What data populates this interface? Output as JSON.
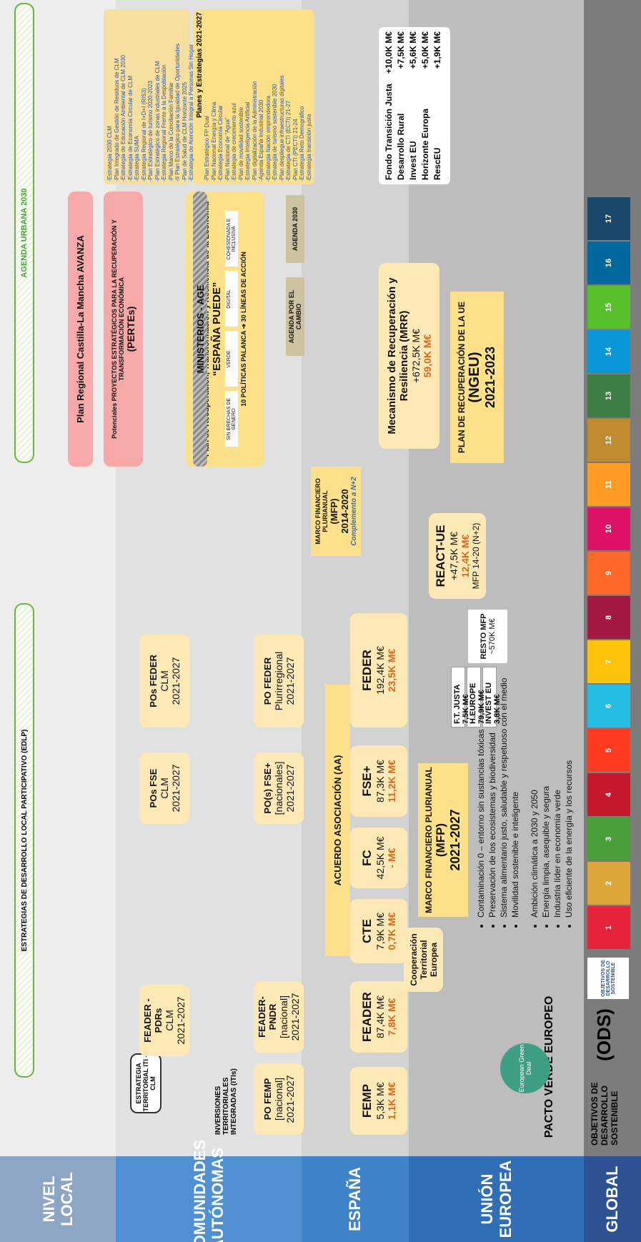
{
  "levels": {
    "global": "GLOBAL",
    "ue": "UNIÓN EUROPEA",
    "es": "ESPAÑA",
    "ccaa": "COMUNIDADES AUTÓNOMAS",
    "local": "NIVEL LOCAL"
  },
  "ods": {
    "title": "OBJETIVOS DE DESARROLLO SOSTENIBLE",
    "acr": "(ODS)",
    "logo": "OBJETIVOS DE DESARROLLO SOSTENIBLE",
    "goals": [
      "1",
      "2",
      "3",
      "4",
      "5",
      "6",
      "7",
      "8",
      "9",
      "10",
      "11",
      "12",
      "13",
      "14",
      "15",
      "16",
      "17"
    ],
    "colors": [
      "#e5243b",
      "#dda63a",
      "#4c9f38",
      "#c5192d",
      "#ff3a21",
      "#26bde2",
      "#fcc30b",
      "#a21942",
      "#fd6925",
      "#dd1367",
      "#fd9d24",
      "#bf8b2e",
      "#3f7e44",
      "#0a97d9",
      "#56c02b",
      "#00689d",
      "#19486a"
    ]
  },
  "green_deal": {
    "title": "PACTO VERDE EUROPEO",
    "badge": "European Green Deal",
    "col1": [
      "Ambición climática a 2030 y 2050",
      "Energía limpia, asequible y segura",
      "Industria líder en economía verde",
      "Uso eficiente de la energía y los recursos"
    ],
    "col2": [
      "Contaminación 0 – entorno sin sustancias tóxicas",
      "Preservación de los ecosistemas y biodiversidad",
      "Sistema alimentario justo, saludable y respetuoso con el medio",
      "Movilidad sostenible e inteligente"
    ]
  },
  "mfp": {
    "line1": "MARCO FINANCIERO PLURIANUAL",
    "acr": "(MFP)",
    "years": "2021-2027"
  },
  "ngeu": {
    "line1": "PLAN DE RECUPERACIÓN DE LA UE",
    "acr": "(NGEU)",
    "years": "2021-2023"
  },
  "funds": [
    {
      "name": "FEMP",
      "amount": "5,3K M€",
      "es": "1,1K M€"
    },
    {
      "name": "FEADER",
      "amount": "87,4K M€",
      "es": "7,8K M€"
    },
    {
      "name": "CTE",
      "amount": "7,9K M€",
      "es": "0,7K M€"
    },
    {
      "name": "FC",
      "amount": "42,5K M€",
      "es": "- M€"
    },
    {
      "name": "FSE+",
      "amount": "87,3K M€",
      "es": "11,2K M€"
    },
    {
      "name": "FEDER",
      "amount": "192,4K M€",
      "es": "23,5K M€"
    }
  ],
  "small_funds": [
    {
      "name": "INVEST EU",
      "amount": "3,8K M€"
    },
    {
      "name": "H.EUROPE",
      "amount": "79,9K M€"
    },
    {
      "name": "F.T. JUSTA",
      "amount": "7,5K M€"
    }
  ],
  "resto": {
    "label": "RESTO MFP",
    "amount": "~570K M€"
  },
  "react": {
    "name": "REACT-UE",
    "amount": "+47,5K M€",
    "es": "12,4K M€",
    "note": "MFP 14-20 (N+2)"
  },
  "mrr": {
    "name": "Mecanismo de Recuperación y Resiliencia (MRR)",
    "amount": "+672,5K M€",
    "es": "59,0K M€"
  },
  "ngeu_funds": [
    {
      "name": "Fondo Transición Justa",
      "amount": "+10,0K M€"
    },
    {
      "name": "Desarrollo Rural",
      "amount": "+7,5K M€"
    },
    {
      "name": "Invest EU",
      "amount": "+5,6K M€"
    },
    {
      "name": "Horizonte Europa",
      "amount": "+5,0K M€"
    },
    {
      "name": "RescEU",
      "amount": "+1,9K M€"
    }
  ],
  "cte_coop": "Cooperación Territorial Europea",
  "acuerdo": "ACUERDO ASOCIACIÓN (AA)",
  "mfp1420": {
    "line1": "MARCO FINANCIERO PLURIANUAL",
    "acr": "(MFP)",
    "years": "2014-2020",
    "note": "Complemento a N+2"
  },
  "es_pos": [
    {
      "l1": "PO FEMP",
      "l2": "[nacional]",
      "l3": "2021-2027"
    },
    {
      "l1": "FEADER-PNDR",
      "l2": "[nacional]",
      "l3": "2021-2027"
    },
    {
      "l1": "PO(s) FSE+",
      "l2": "[nacionales]",
      "l3": "2021-2027"
    },
    {
      "l1": "PO FEDER",
      "l2": "Plurirregional",
      "l3": "2021-2027"
    }
  ],
  "espana_puede": {
    "title": "Plan de Recuperación, Transformación y Resiliencia de la Economía",
    "quote": "“ESPAÑA PUEDE”",
    "axes": [
      "SIN BRECHAS DE GÉNERO",
      "VERDE",
      "DIGITAL",
      "COHESIONADA E INCLUSIVA"
    ],
    "palancas": "10 POLÍTICAS PALANCA ➔ 30 LÍNEAS DE ACCIÓN"
  },
  "agenda_cambio": "AGENDA POR EL CAMBIO",
  "agenda2030": "AGENDA 2030",
  "ministerios": "MINISTERIOS - AGE",
  "planes": {
    "title": "Planes y Estrategias 2021-2027",
    "items": [
      "-Plan Estratégico FP Dual",
      "-Plan Nacional Energía y Clima",
      "-Estrategia Economía Circular",
      "-Plan Nacional de \"Agua\"",
      "-Estrategia de crecimiento azul",
      "-Plan de movilidad sostenible",
      "-Estrategia Inteligencia Artificial",
      "-Plan digitalización de la Administración",
      "-Agenda España Industrial 2030",
      "-Estrategia Nación emprendedora",
      "-Estrategia de turismo sostenible 2030",
      "-Plan despliegue infraestructuras digitales",
      "-Estrategia de CTI (ECTI) 21-27",
      "-Plan CTI (PECTI) 21-24",
      "-Estrategia Reto Demográfico",
      "-Estrategia transición justa"
    ]
  },
  "ccaa": {
    "iti": "INVERSIONES TERRITORIALES INTEGRADAS (ITIs)",
    "iti_strategy": "ESTRATEGIA TERRITORIAL ITI - CLM",
    "pos": [
      {
        "l1": "FEADER - PDRs",
        "l2": "CLM",
        "l3": "2021-2027"
      },
      {
        "l1": "POs FSE",
        "l2": "CLM",
        "l3": "2021-2027"
      },
      {
        "l1": "POs FEDER",
        "l2": "CLM",
        "l3": "2021-2027"
      }
    ],
    "pertes": "Potenciales PROYECTOS ESTRATÉGICOS PARA LA RECUPERACIÓN Y TRANSFORMACIÓN ECONÓMICA",
    "pertes_acr": "(PERTEs)",
    "avanza": "Plan Regional Castilla-La Mancha AVANZA",
    "clm_plans": [
      "-Estrategia 2030 CLM",
      "-Plan Integrado de Gestión de Residuos de CLM",
      "-Estrategia de Educación Ambiental de CLM 2030",
      "-Estrategia de Economía Circular de CLM",
      "-Estrategia SUMA",
      "-Estrategia Regional de I+D+I (RIS3)",
      "-Plan Estratégico de turismo 2020-2023",
      "-Plan Estratégico de zonas industriales de CLM",
      "-Estrategia Regional Frente a la Despoblación",
      "-Plan Marco de la Conciliación Familiar",
      "-II Plan Estratégico para la Igualdad de Oportunidades",
      "-Plan de Salud de CLM Horizonte 2025",
      "-Estrategia de Atención Integral a Personas Sin Hogar"
    ]
  },
  "local": {
    "edlp": "ESTRATEGIAS DE DESARROLLO LOCAL PARTICIPATIVO (EDLP)",
    "agenda_urbana": "AGENDA URBANA 2030"
  }
}
